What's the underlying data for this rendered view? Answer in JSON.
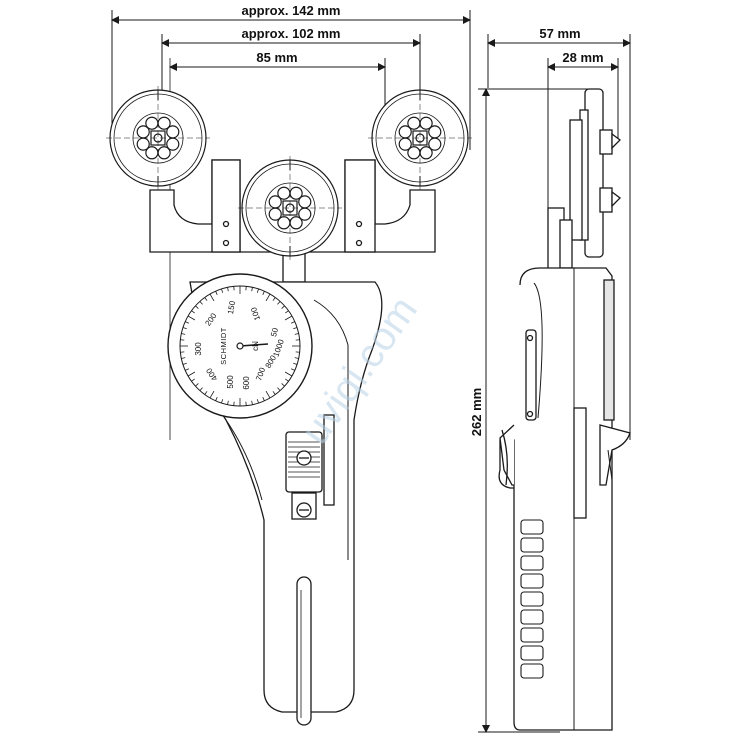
{
  "dimensions": {
    "overall_width": "approx. 142 mm",
    "roller_span": "approx. 102 mm",
    "inner_span": "85 mm",
    "depth": "57 mm",
    "head_depth": "28 mm",
    "height": "262 mm"
  },
  "dial": {
    "brand": "SCHMIDT",
    "ticks": [
      "50",
      "100",
      "150",
      "200",
      "300",
      "400",
      "500",
      "600",
      "700",
      "800",
      "1000"
    ],
    "center_label": "cN"
  },
  "watermark": "uviqi.com",
  "colors": {
    "line": "#1a1a1a",
    "body_fill": "#ffffff",
    "shade": "#d9d9d9",
    "watermark": "#b9d2e6"
  }
}
